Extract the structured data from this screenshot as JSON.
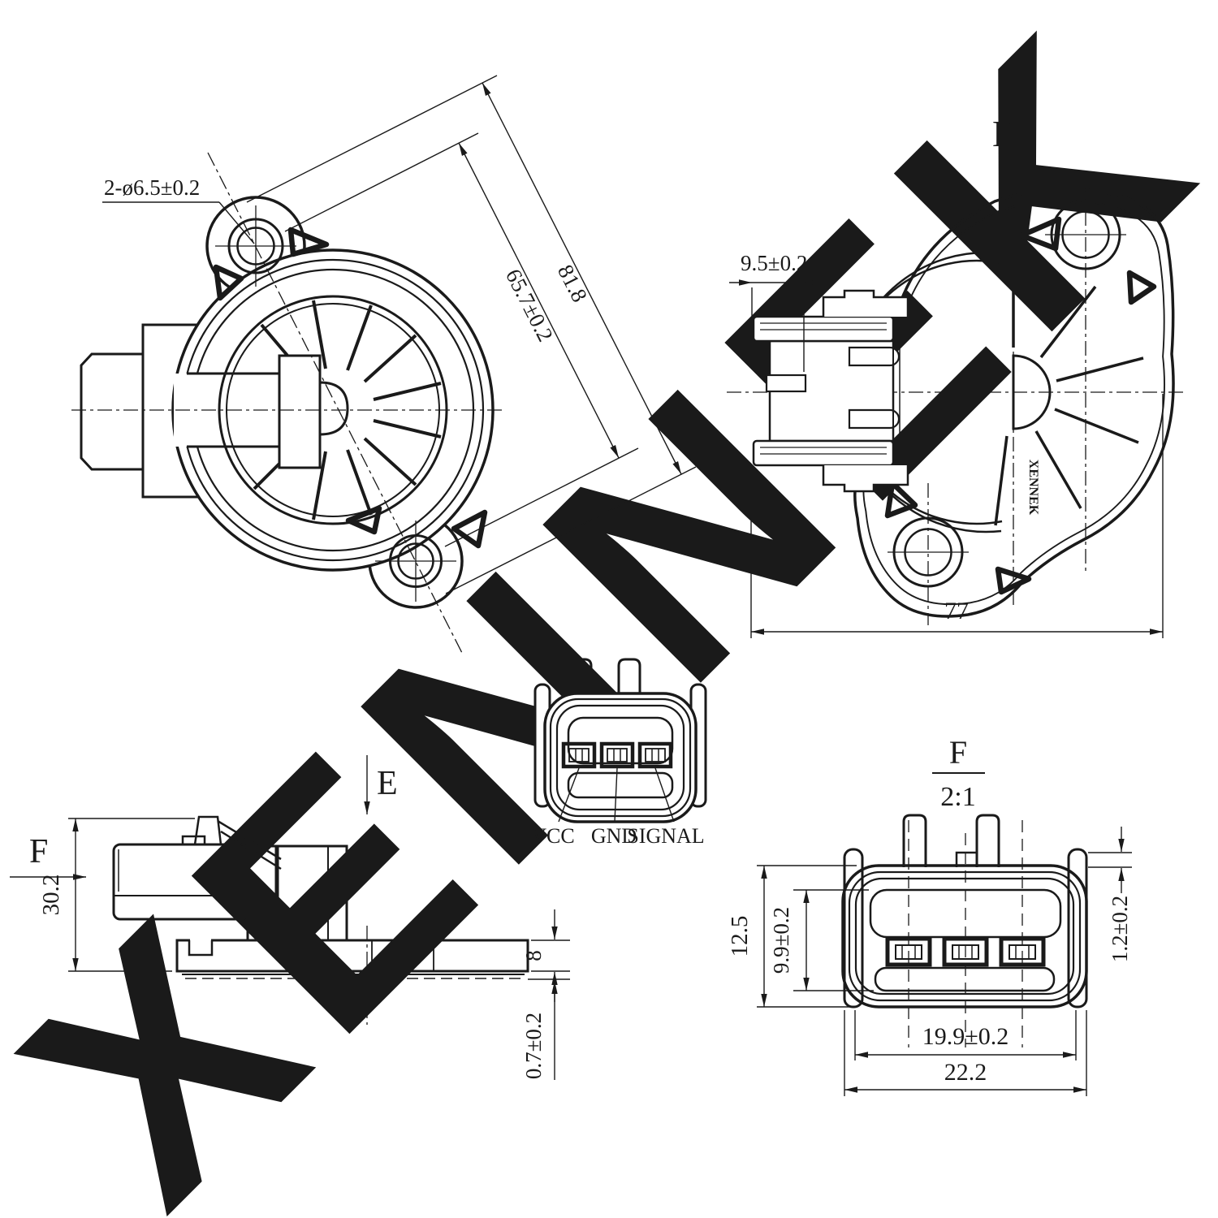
{
  "watermark": "XENNEK",
  "colors": {
    "line": "#1a1a1a",
    "watermark": "#e3e3e3",
    "background": "#ffffff"
  },
  "front_view": {
    "holes_label": "2-ø6.5±0.2",
    "dim_outer_diagonal": "81.8",
    "dim_hole_distance": "65.7±0.2"
  },
  "e_view": {
    "label": "E",
    "dim_connector_depth": "9.5±0.2",
    "dim_overall_width": "77",
    "molded_text": "XENNEK"
  },
  "pin_view": {
    "pin1": "VCC",
    "pin2": "GND",
    "pin3": "SIGNAL"
  },
  "side_view": {
    "label_f": "F",
    "label_e": "E",
    "dim_height": "30.2",
    "dim_flange_thickness": "8",
    "dim_lip": "0.7±0.2"
  },
  "detail_view": {
    "label": "F",
    "scale": "2:1",
    "dim_overall_height": "12.5",
    "dim_inner_height": "9.9±0.2",
    "dim_rim": "1.2±0.2",
    "dim_pin_span": "19.9±0.2",
    "dim_overall_width": "22.2"
  }
}
